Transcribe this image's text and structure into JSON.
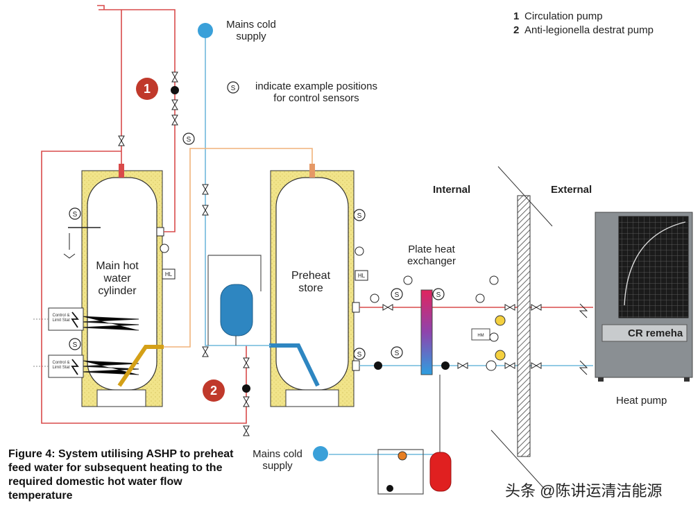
{
  "legend": {
    "items": [
      {
        "num": "1",
        "text": "Circulation pump"
      },
      {
        "num": "2",
        "text": "Anti-legionella destrat pump"
      }
    ]
  },
  "labels": {
    "mains_cold_top": [
      "Mains cold",
      "supply"
    ],
    "sensor_note": [
      "indicate example positions",
      "for control sensors"
    ],
    "main_cylinder": [
      "Main hot",
      "water",
      "cylinder"
    ],
    "preheat_store": [
      "Preheat",
      "store"
    ],
    "plate_hx": [
      "Plate heat",
      "exchanger"
    ],
    "internal": "Internal",
    "external": "External",
    "heat_pump": "Heat pump",
    "mains_cold_bottom": [
      "Mains cold",
      "supply"
    ],
    "hl": "HL",
    "hm": "HM",
    "sensor": "S",
    "control": [
      "Control &",
      "Limit Stat"
    ]
  },
  "markers": {
    "m1": "1",
    "m2": "2"
  },
  "brand": "CR remeha",
  "caption": "Figure 4: System utilising ASHP to preheat feed water for subsequent heating to the required domestic hot water flow temperature",
  "watermark": "头条 @陈讲运清洁能源",
  "colors": {
    "hot_pipe": "#d94a4a",
    "cold_pipe": "#6fb8dc",
    "preheat_pipe": "#f0b27a",
    "insulation": "#f1e48a",
    "cold_fill": "#2e86c1",
    "marker": "#c0392b",
    "expansion_red": "#e02020"
  }
}
